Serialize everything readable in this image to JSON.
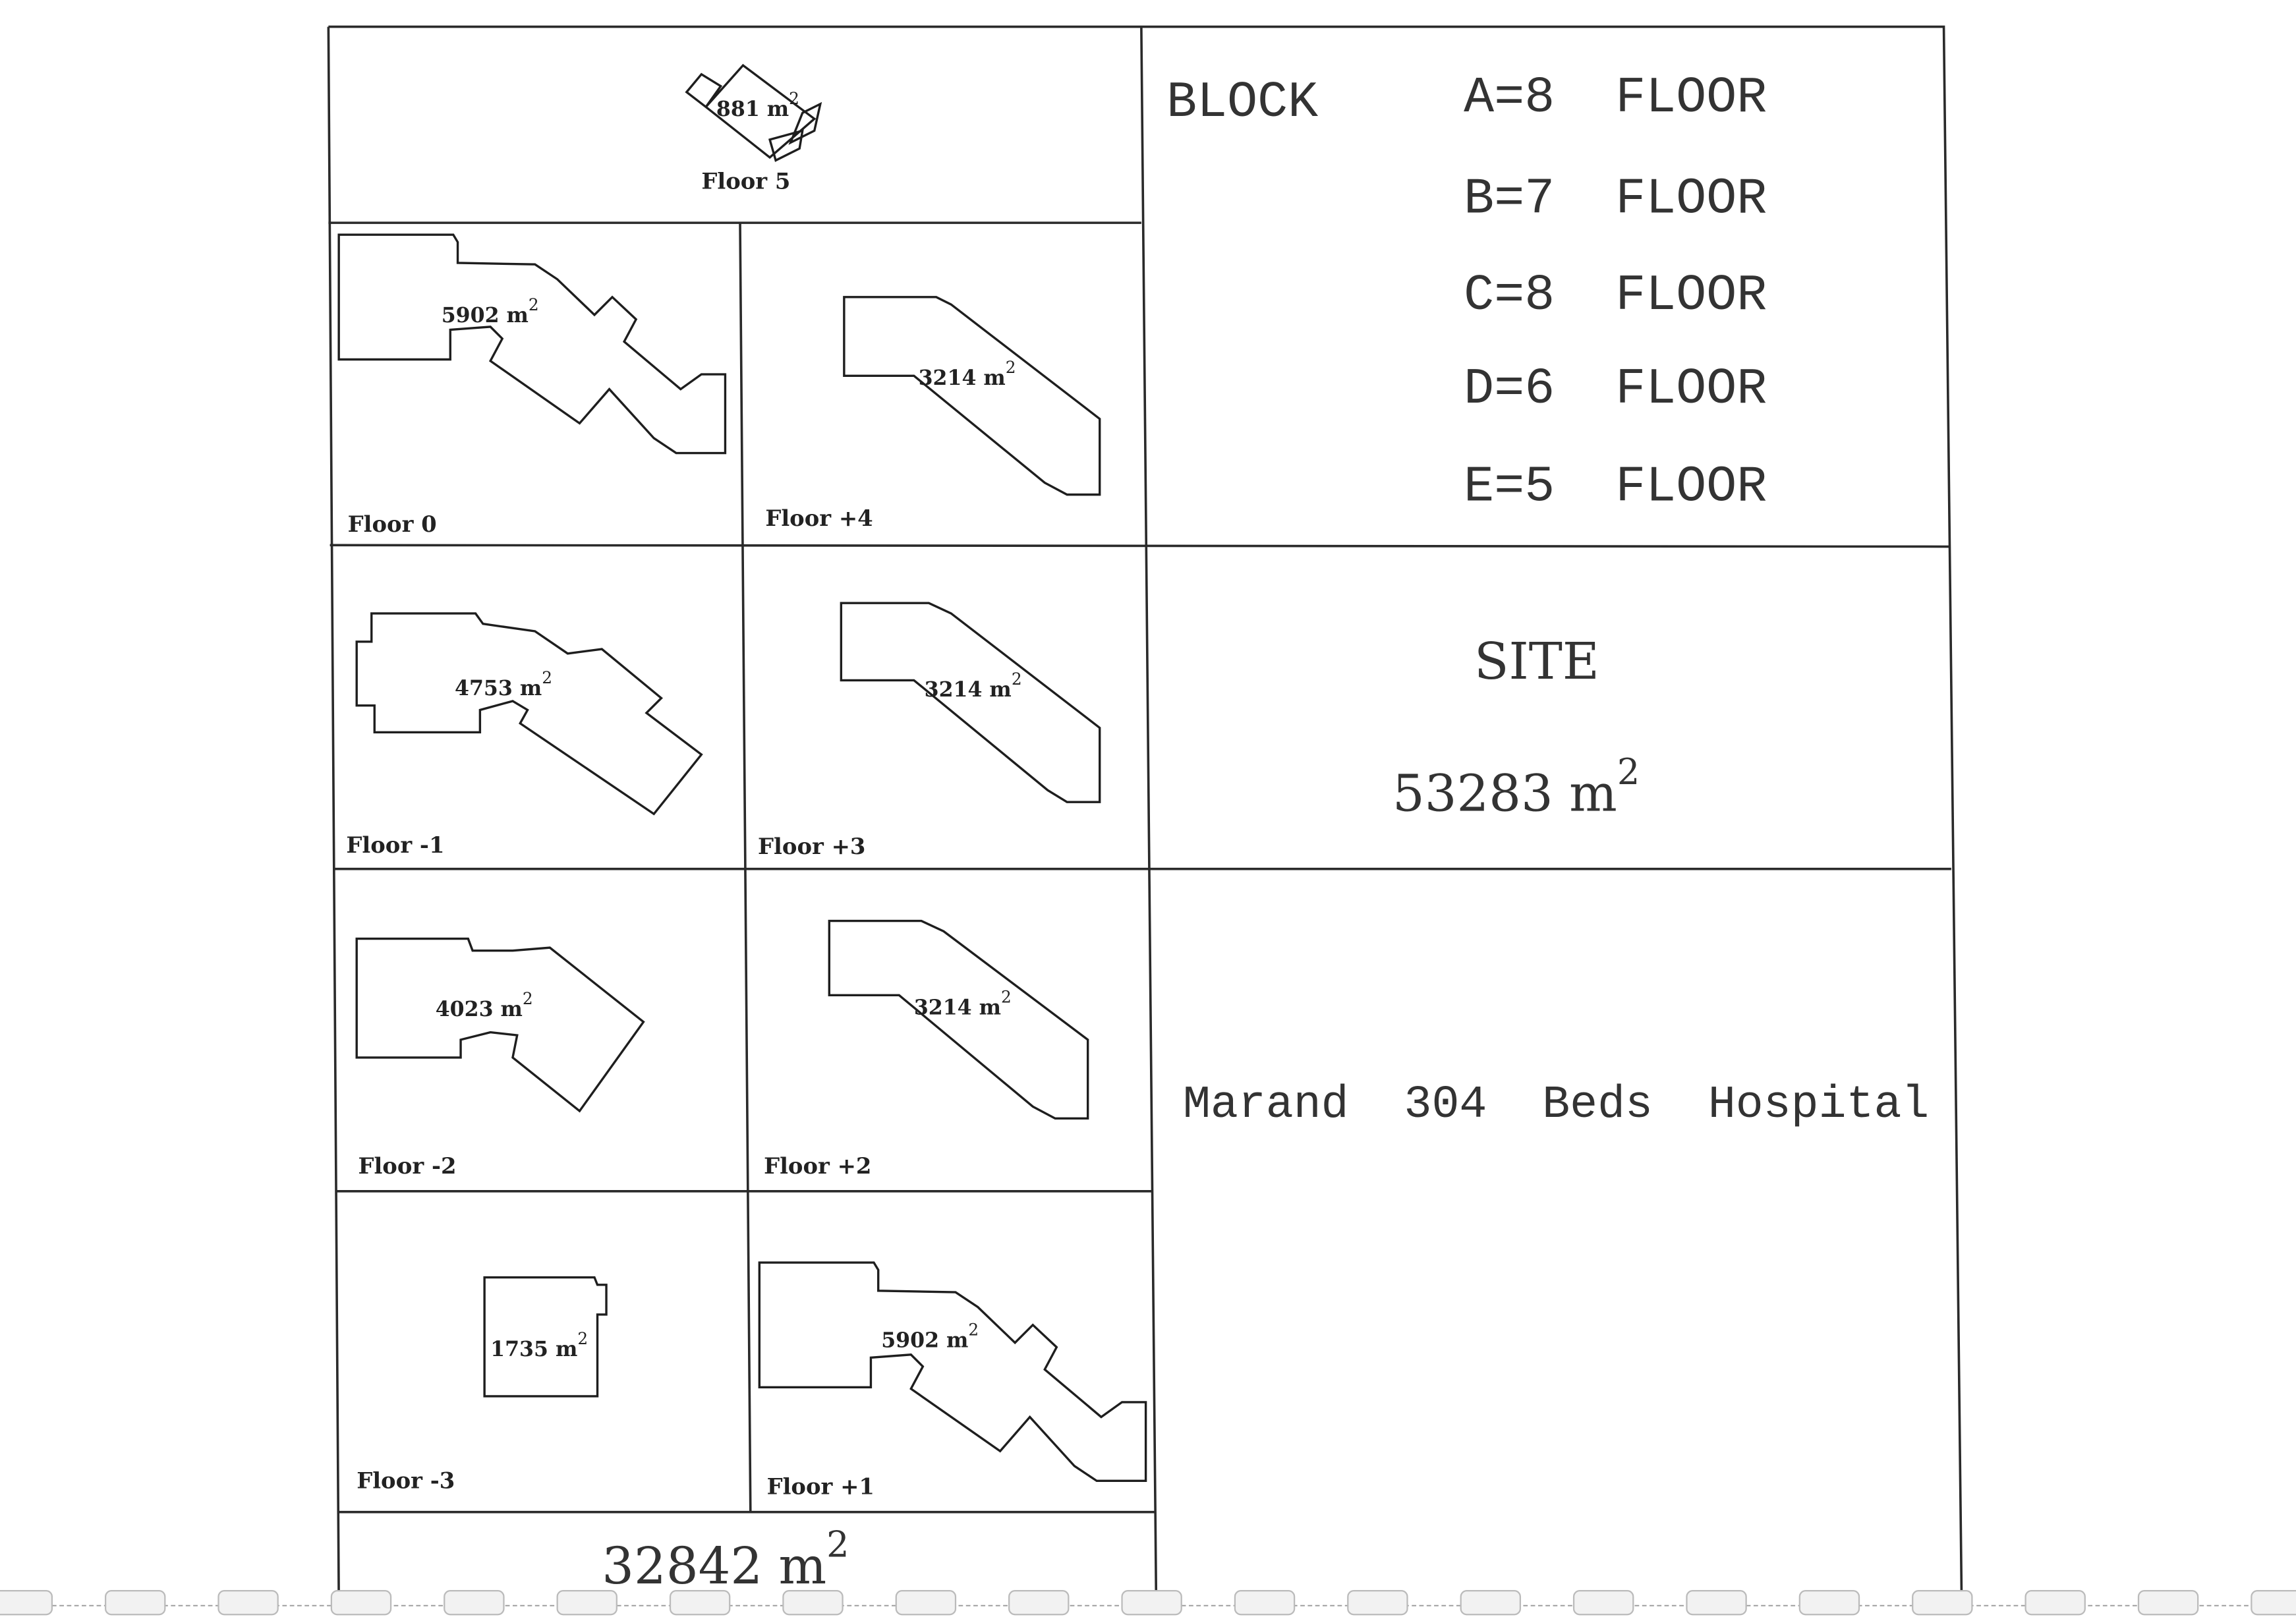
{
  "floors": [
    {
      "label": "Floor 5",
      "area": "881 m",
      "unit_sup": "2"
    },
    {
      "label": "Floor 0",
      "area": "5902 m",
      "unit_sup": "2"
    },
    {
      "label": "Floor +4",
      "area": "3214 m",
      "unit_sup": "2"
    },
    {
      "label": "Floor -1",
      "area": "4753 m",
      "unit_sup": "2"
    },
    {
      "label": "Floor +3",
      "area": "3214 m",
      "unit_sup": "2"
    },
    {
      "label": "Floor -2",
      "area": "4023 m",
      "unit_sup": "2"
    },
    {
      "label": "Floor +2",
      "area": "3214 m",
      "unit_sup": "2"
    },
    {
      "label": "Floor -3",
      "area": "1735 m",
      "unit_sup": "2"
    },
    {
      "label": "Floor +1",
      "area": "5902 m",
      "unit_sup": "2"
    }
  ],
  "total": {
    "area": "32842 m",
    "unit_sup": "2"
  },
  "blocks": {
    "heading": "BLOCK",
    "items": [
      "A=8  FLOOR",
      "B=7  FLOOR",
      "C=8  FLOOR",
      "D=6  FLOOR",
      "E=5  FLOOR"
    ]
  },
  "site": {
    "label": "SITE",
    "area": "53283 m",
    "unit_sup": "2"
  },
  "project_title": "Marand  304  Beds  Hospital"
}
